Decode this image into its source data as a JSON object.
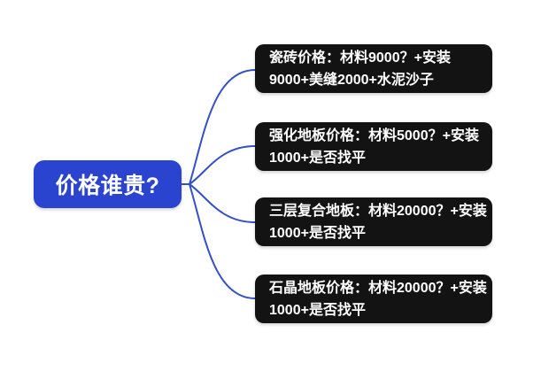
{
  "colors": {
    "background": "#ffffff",
    "root_fill": "#2b44cf",
    "branch_fill": "#131313",
    "line": "#3350c4",
    "text": "#ffffff"
  },
  "root": {
    "label": "价格谁贵?"
  },
  "branches": [
    {
      "lines": [
        "瓷砖价格：材料9000？+安装",
        "9000+美缝2000+水泥沙子"
      ]
    },
    {
      "lines": [
        "强化地板价格：材料5000？+安装",
        "1000+是否找平"
      ]
    },
    {
      "lines": [
        "三层复合地板：材料20000？+安装",
        "1000+是否找平"
      ]
    },
    {
      "lines": [
        "石晶地板价格：材料20000？+安装",
        "1000+是否找平"
      ]
    }
  ]
}
